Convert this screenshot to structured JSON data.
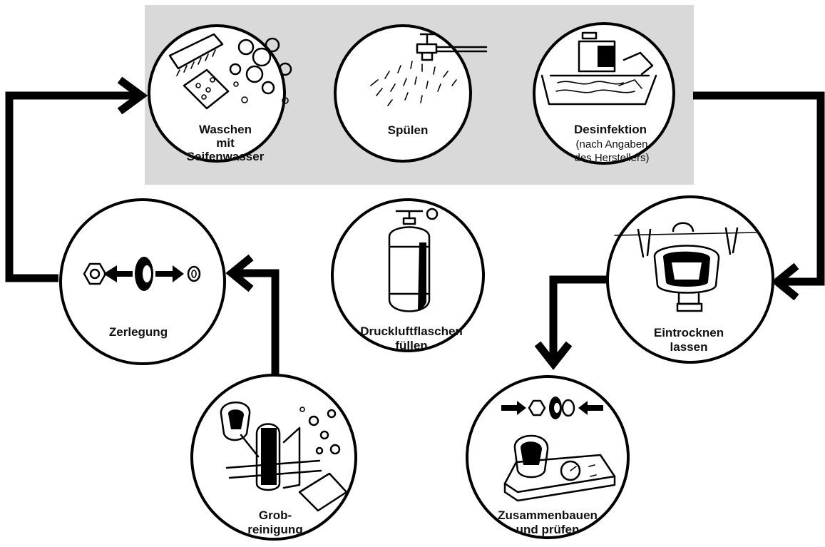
{
  "colors": {
    "panel": "#d9d9d9",
    "ink": "#000000",
    "background": "#ffffff"
  },
  "steps": {
    "waschen": {
      "lines": [
        "Waschen",
        "mit",
        "Seifenwasser"
      ],
      "icon": "brush-sponge-bubbles-icon"
    },
    "spuelen": {
      "lines": [
        "Spülen"
      ],
      "icon": "water-tap-icon"
    },
    "desinfektion": {
      "lines": [
        "Desinfektion"
      ],
      "sub": [
        "(nach Angaben",
        "des Herstellers)"
      ],
      "icon": "disinfection-tray-icon"
    },
    "eintrocknen": {
      "lines": [
        "Eintrocknen",
        "lassen"
      ],
      "icon": "drying-mask-icon"
    },
    "zusammenbauen": {
      "lines": [
        "Zusammenbauen",
        "und prüfen"
      ],
      "icon": "mask-test-bench-icon"
    },
    "druckluft": {
      "lines": [
        "Druckluftflaschen",
        "füllen"
      ],
      "icon": "air-cylinder-icon"
    },
    "zerlegung": {
      "lines": [
        "Zerlegung"
      ],
      "icon": "disassembly-parts-icon"
    },
    "grob": {
      "lines": [
        "Grob-",
        "reinigung"
      ],
      "icon": "breathing-apparatus-icon"
    }
  }
}
